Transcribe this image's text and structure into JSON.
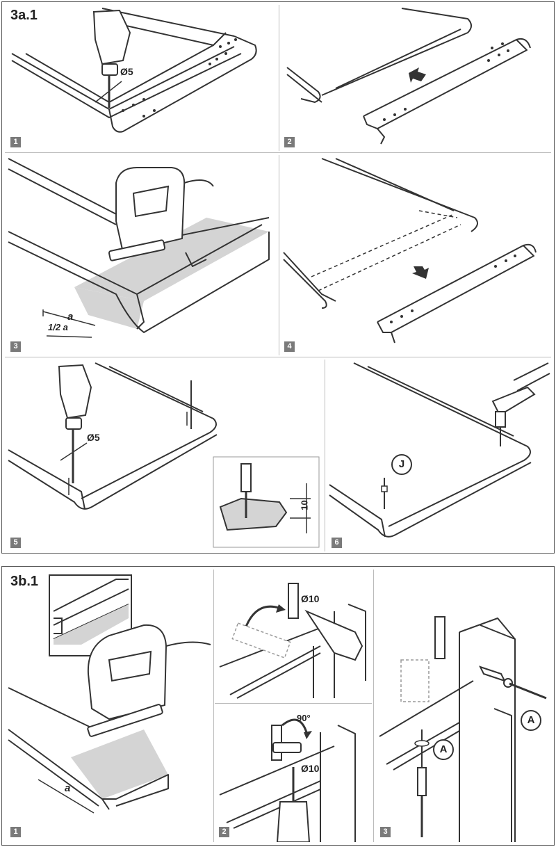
{
  "sections": {
    "a": {
      "title": "3a.1",
      "panels": [
        {
          "step": "1",
          "label": "Ø5"
        },
        {
          "step": "2"
        },
        {
          "step": "3",
          "label_a": "a",
          "label_half": "1/2 a"
        },
        {
          "step": "4"
        },
        {
          "step": "5",
          "label": "Ø5",
          "detail_label": "10"
        },
        {
          "step": "6",
          "circle": "J"
        }
      ]
    },
    "b": {
      "title": "3b.1",
      "panels": [
        {
          "step": "1",
          "label_a": "a"
        },
        {
          "step": "",
          "label": "Ø10"
        },
        {
          "step": "2",
          "label": "Ø10",
          "angle": "90°"
        },
        {
          "step": "3",
          "circle_1": "A",
          "circle_2": "A"
        }
      ]
    }
  },
  "colors": {
    "line": "#333333",
    "shade": "#d4d4d4",
    "badge": "#7a7a7a",
    "border": "#555555"
  }
}
